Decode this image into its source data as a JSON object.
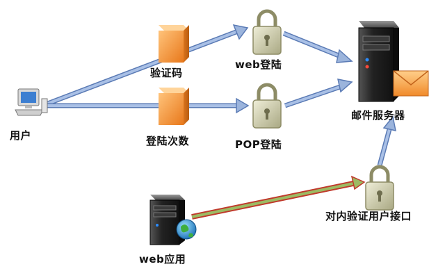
{
  "nodes": {
    "user": "用户",
    "captcha": "验证码",
    "login_count": "登陆次数",
    "web_login": "web登陆",
    "pop_login": "POP登陆",
    "mail_server": "邮件服务器",
    "internal_auth": "对内验证用户接口",
    "web_app": "web应用"
  },
  "colors": {
    "flow_arrow": "#9bb4dc",
    "flow_arrow_edge": "#5b7bb5",
    "internal_arrow": "#8fae5a",
    "internal_arrow_edge": "#c0392b",
    "captcha_box": "#f39a3a",
    "lock": "#c9c9a0"
  },
  "icons": {
    "user": "computer-icon",
    "captcha": "orange-box-icon",
    "login_count": "orange-box-icon",
    "web_login": "padlock-icon",
    "pop_login": "padlock-icon",
    "internal_auth": "padlock-icon",
    "mail_server": "server-icon",
    "mail_envelope": "envelope-icon",
    "web_app": "server-icon",
    "globe": "globe-icon"
  }
}
